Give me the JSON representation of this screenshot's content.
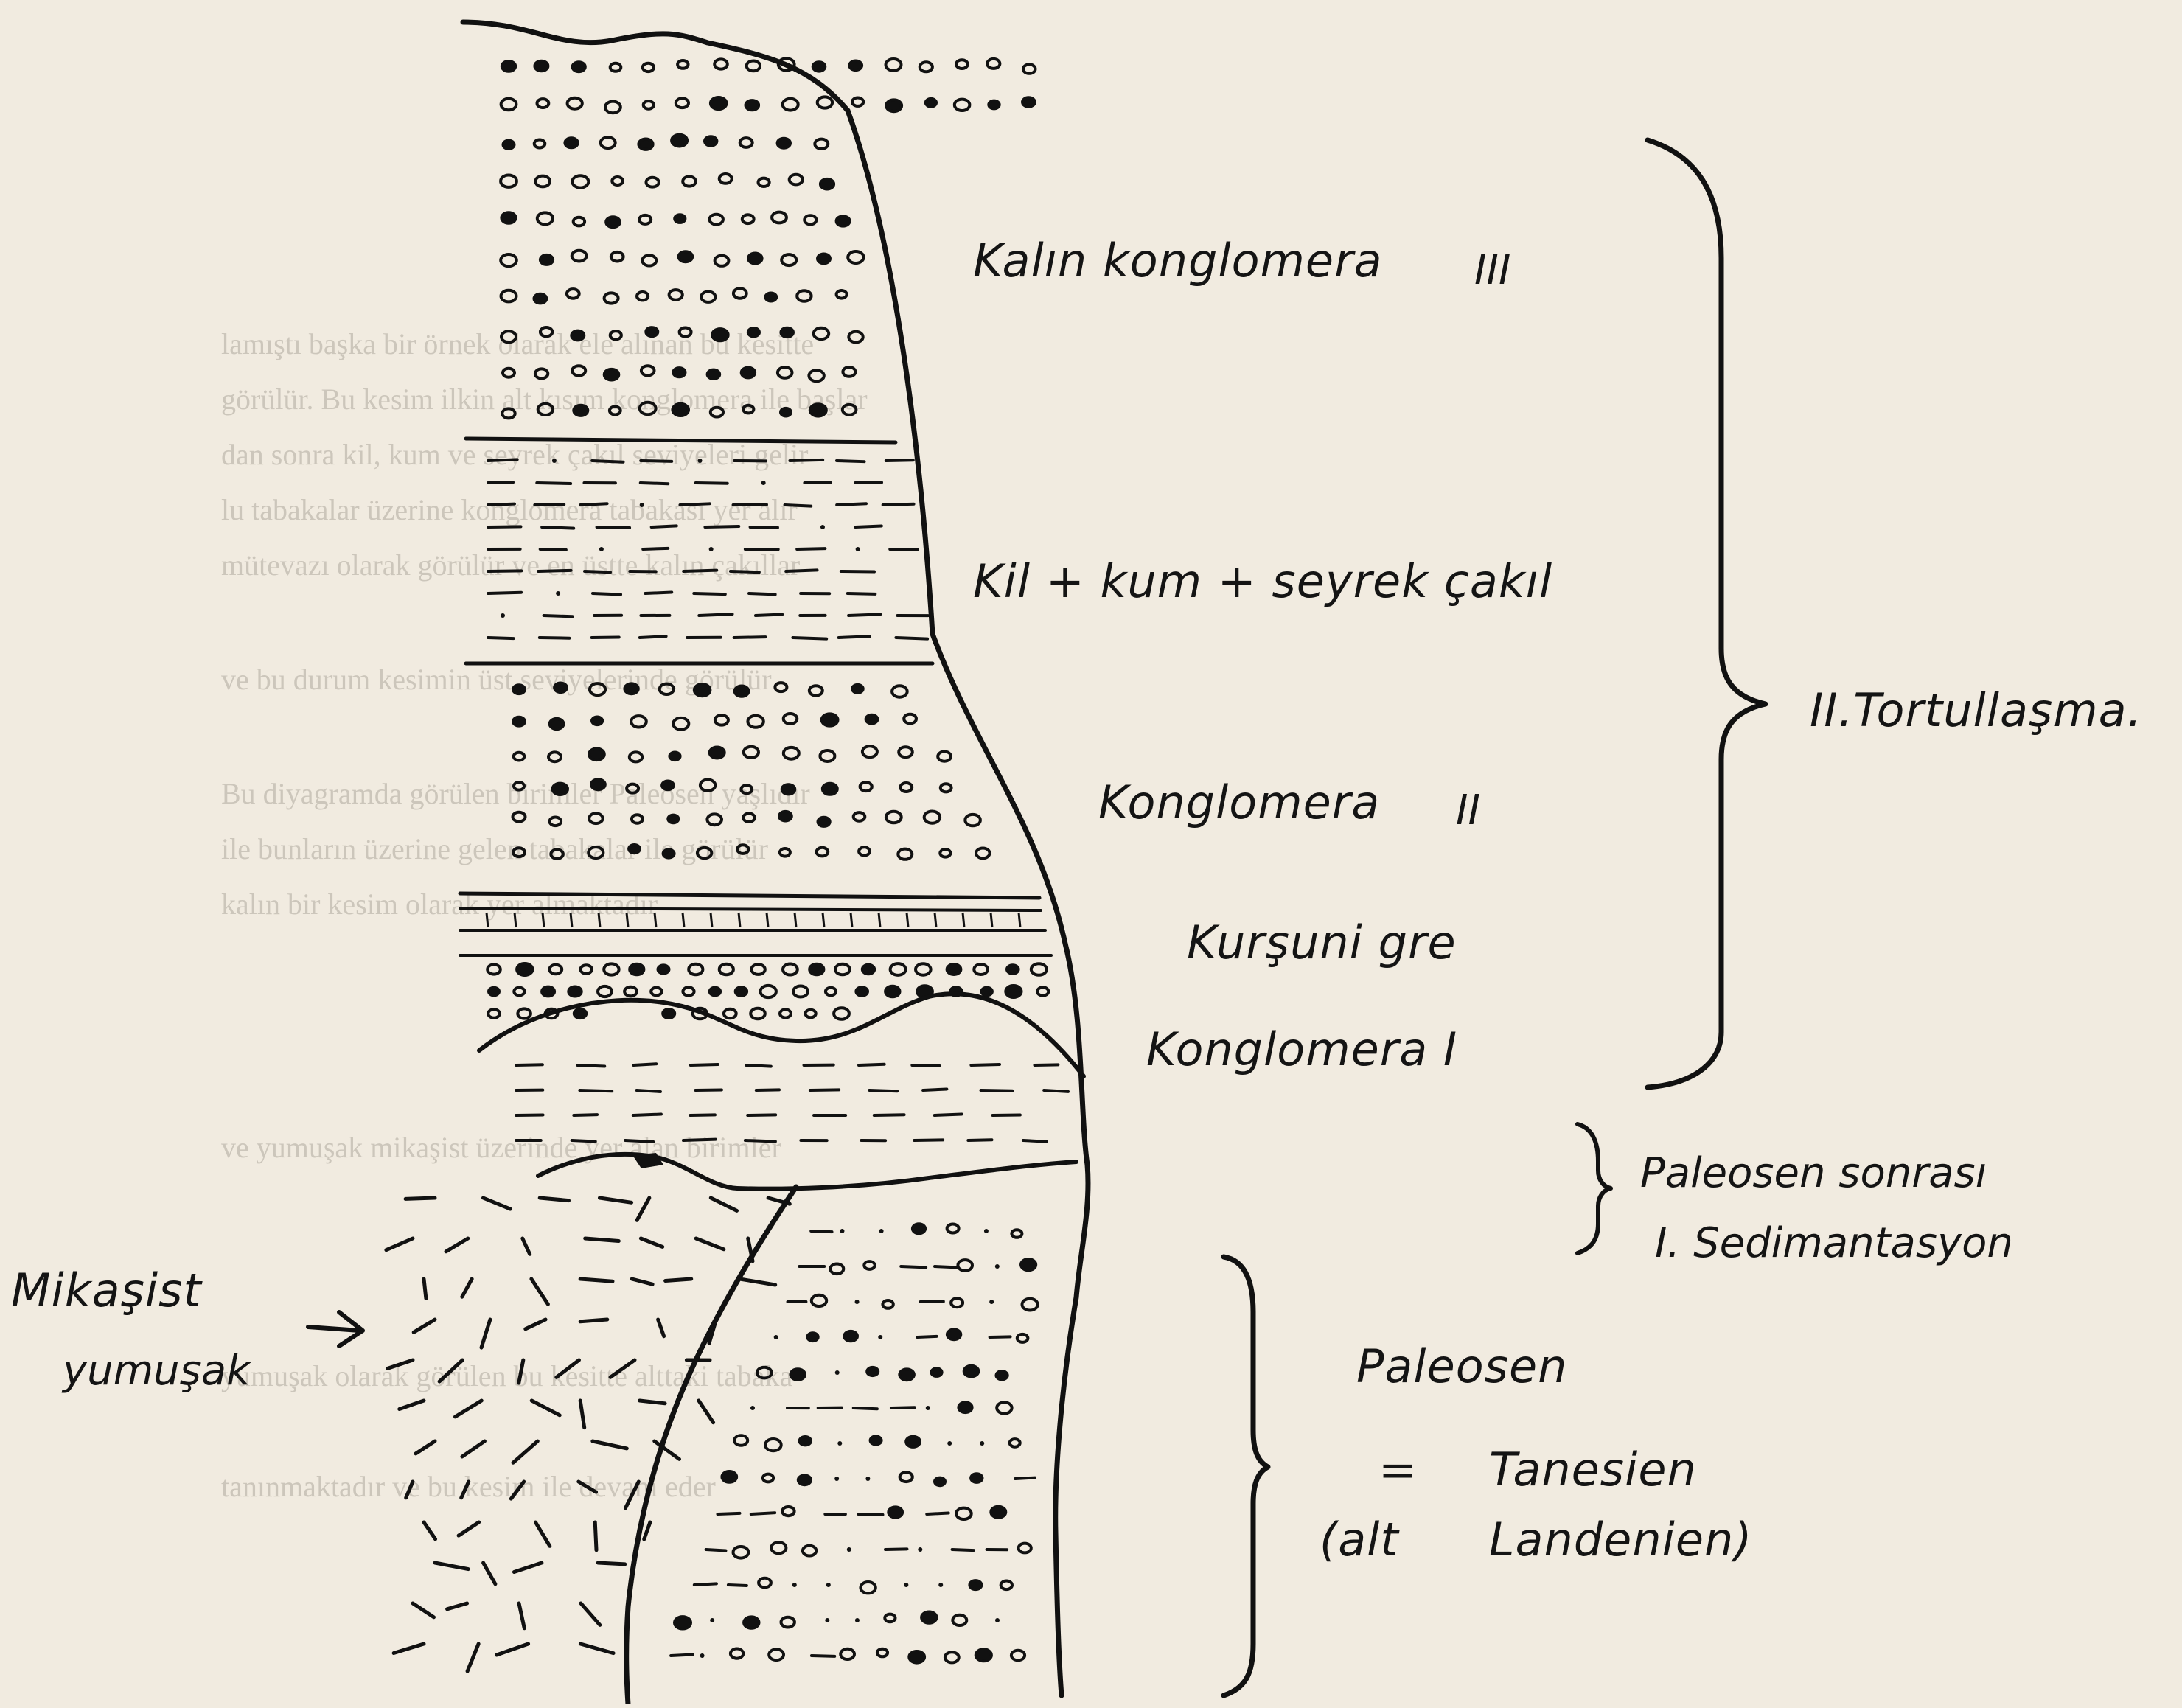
{
  "diagram": {
    "labels": {
      "kalin_konglomera": "Kalın konglomera",
      "kalin_konglomera_num": "III",
      "kil_kum": "Kil + kum + seyrek çakıl",
      "konglomera_2": "Konglomera",
      "konglomera_2_num": "II",
      "kursuni_gre": "Kurşuni gre",
      "konglomera_1": "Konglomera I",
      "tortullasma": "II.Tortullaşma.",
      "paleosen_sonrasi": "Paleosen sonrası",
      "sedimantasyon": "I. Sedimantasyon",
      "mikasist": "Mikaşist",
      "yumusak": "yumuşak",
      "paleosen": "Paleosen",
      "equals": "=",
      "tanesien": "Tanesien",
      "alt": "(alt",
      "landenien": "Landenien)"
    },
    "bleed_text": {
      "l1": "lamıştı başka bir örnek olarak ele alınan bu kesitte",
      "l2": "görülür. Bu kesim ilkin alt kısım konglomera ile başlar",
      "l3": "dan sonra kil, kum ve seyrek çakıl seviyeleri gelir",
      "l4": "lu tabakalar üzerine konglomera tabakası yer alır",
      "l5": "mütevazı olarak görülür ve en üstte kalın çakıllar",
      "l6": "ve bu durum kesimin üst seviyelerinde görülür",
      "l7": "Bu diyagramda görülen birimler Paleosen yaşlıdır",
      "l8": "ile bunların üzerine gelen tabakalar ile görülür",
      "l9": "kalın bir kesim olarak yer almaktadır",
      "l10": "ve yumuşak mikaşist üzerinde yer alan birimler",
      "l11": "yumuşak olarak görülen bu kesitte alttaki tabaka",
      "l12": "tanınmaktadır ve bu kesim ile devam eder"
    }
  }
}
